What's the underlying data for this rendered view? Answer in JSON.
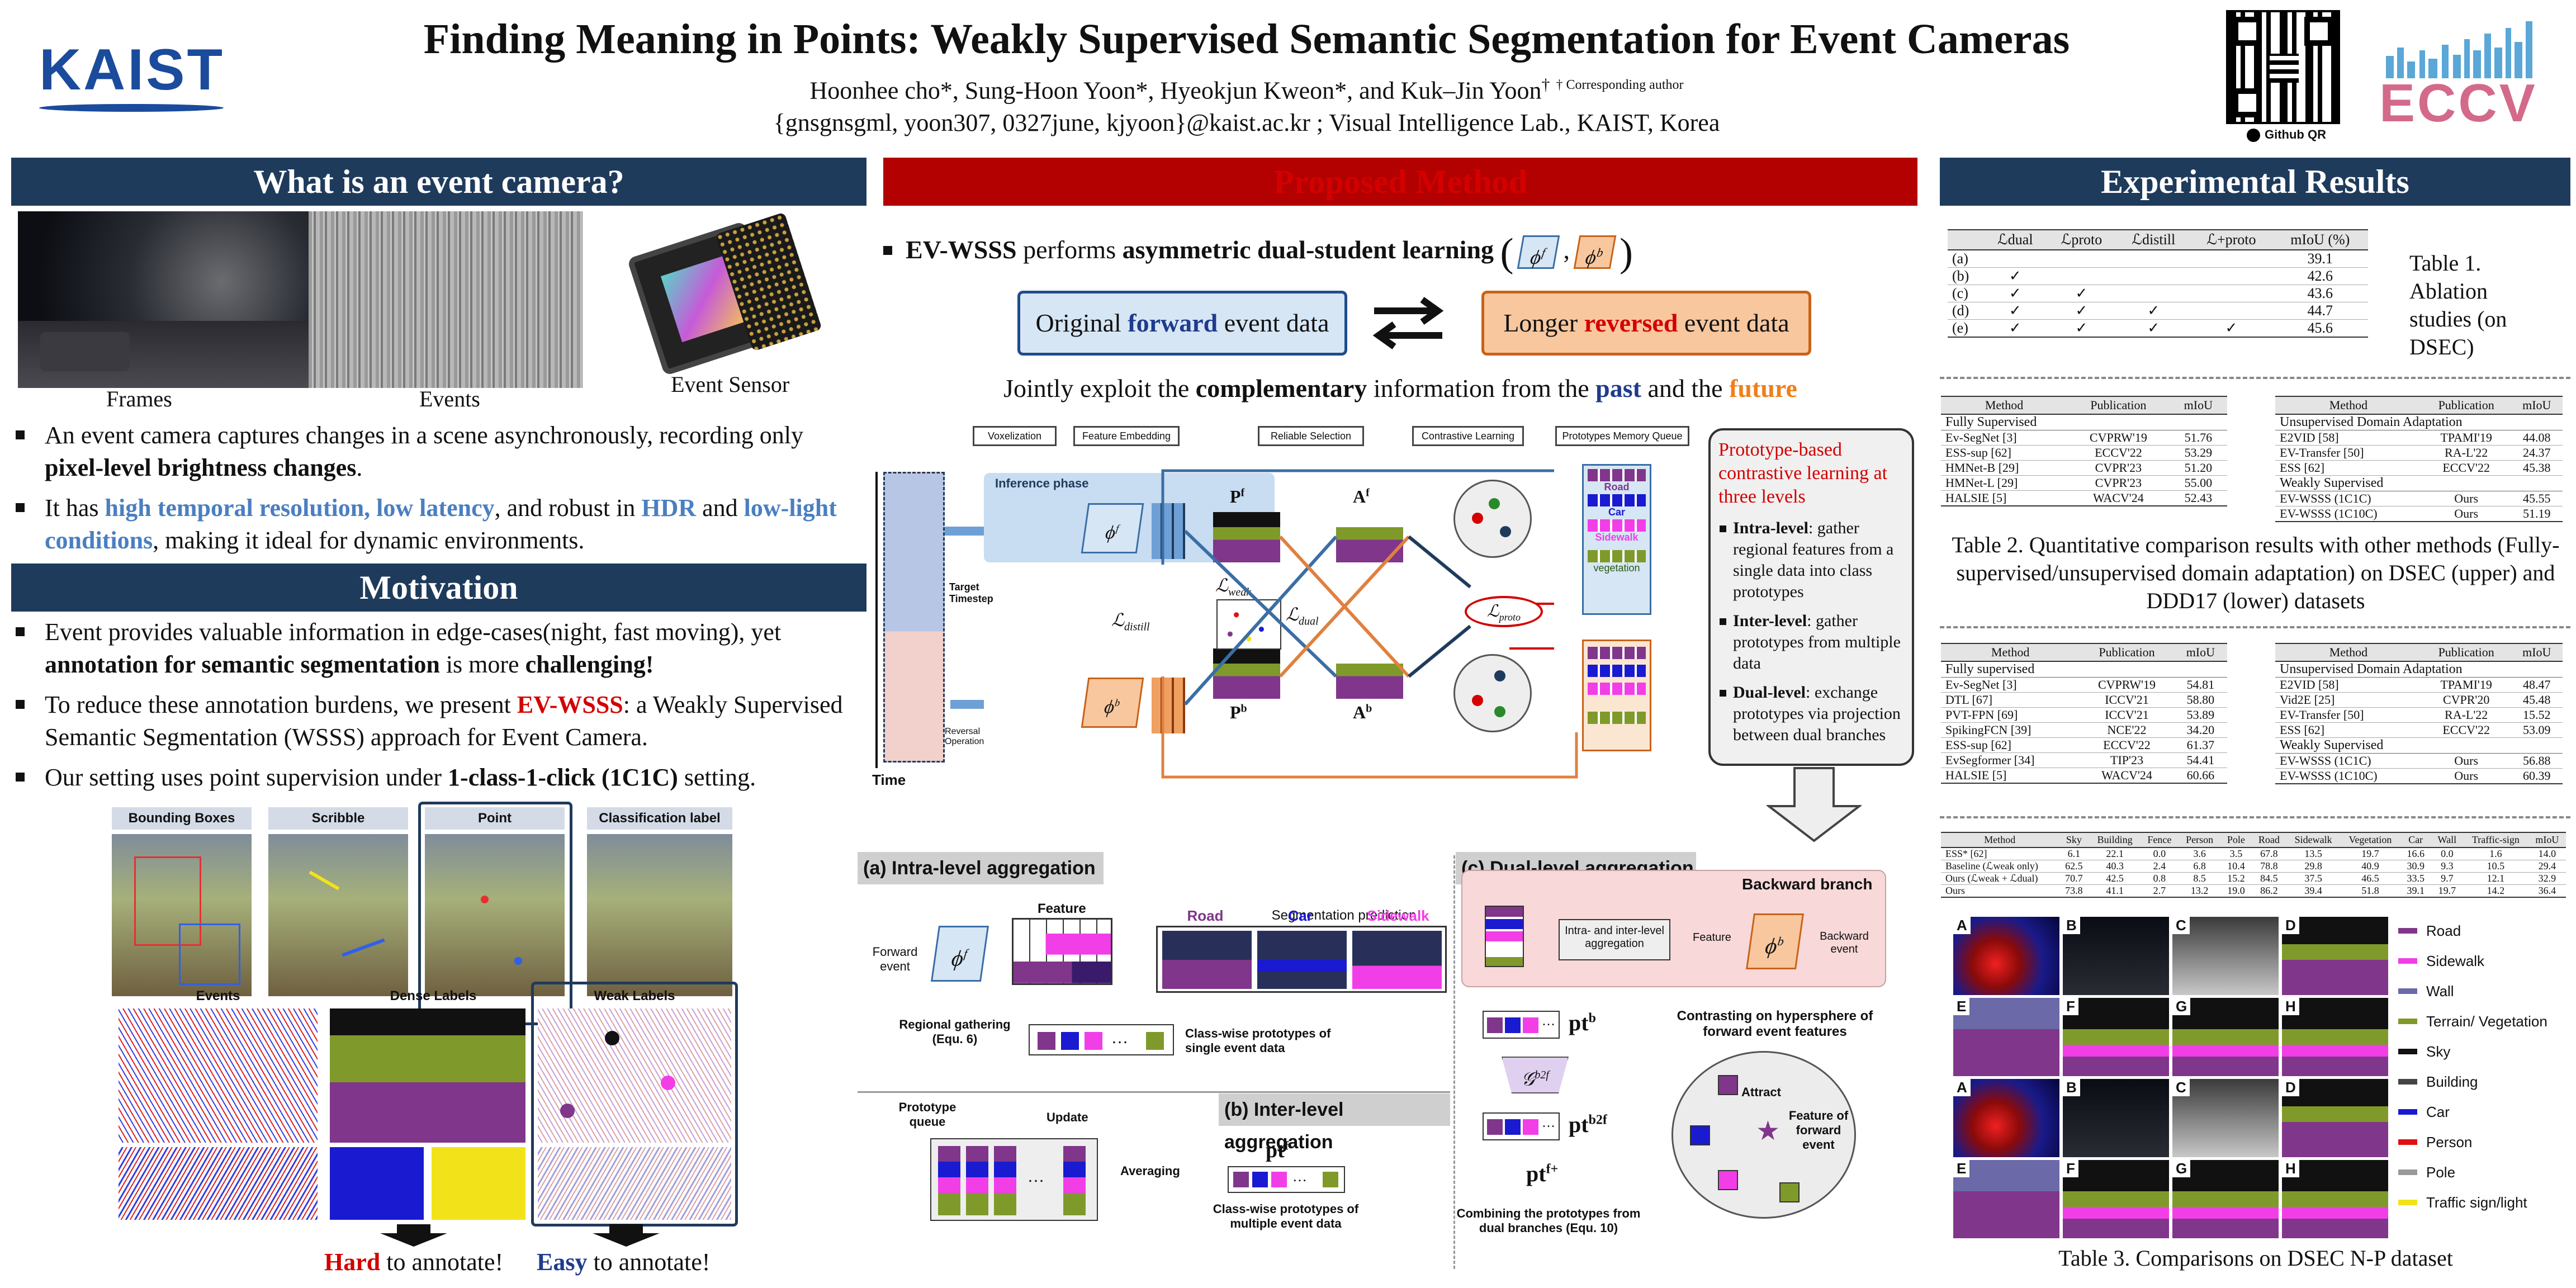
{
  "header": {
    "logo_left": "KAIST",
    "title": "Finding Meaning in Points: Weakly Supervised Semantic Segmentation for Event Cameras",
    "authors": "Hoonhee cho*, Sung-Hoon Yoon*, Hyeokjun Kweon*, and Kuk–Jin Yoon",
    "dagger": "†",
    "corresponding": "† Corresponding author",
    "affiliation": "{gnsgnsgml, yoon307, 0327june, kjyoon}@kaist.ac.kr ; Visual Intelligence Lab., KAIST, Korea",
    "qr_caption": "Github QR",
    "logo_right": "ECCV"
  },
  "left": {
    "section1_title": "What is an event camera?",
    "label_frames": "Frames",
    "label_events": "Events",
    "label_sensor": "Event Sensor",
    "b1_a": "An event camera captures changes in a scene asynchronously, recording only ",
    "b1_b": "pixel-level brightness changes",
    "b1_c": ".",
    "b2_a": "It has ",
    "b2_b": "high temporal resolution, low latency",
    "b2_c": ", and robust in ",
    "b2_d": "HDR",
    "b2_e": " and ",
    "b2_f": "low-light conditions",
    "b2_g": ", making it ideal for dynamic environments.",
    "section2_title": "Motivation",
    "m1_a": "Event provides valuable information in edge-cases(night, fast moving), yet ",
    "m1_b": "annotation for semantic segmentation",
    "m1_c": " is more ",
    "m1_d": "challenging!",
    "m2_a": "To reduce these annotation burdens, we present ",
    "m2_b": "EV-WSSS",
    "m2_c": ": a Weakly Supervised Semantic Segmentation (WSSS) approach for Event Camera.",
    "m3_a": "Our setting uses point supervision under ",
    "m3_b": "1-class-1-click (1C1C)",
    "m3_c": " setting.",
    "sup_labels": [
      "Bounding Boxes",
      "Scribble",
      "Point",
      "Classification label"
    ],
    "row_labels": [
      "Events",
      "Dense Labels",
      "Weak Labels"
    ],
    "hard_a": "Hard",
    "hard_b": " to annotate!",
    "easy_a": "Easy",
    "easy_b": " to annotate!"
  },
  "middle": {
    "section_title": "Proposed Method",
    "intro_a": "EV-WSSS",
    "intro_b": " performs ",
    "intro_c": "asymmetric dual-student learning",
    "phi_f": "ϕ",
    "phi_f_sup": "f",
    "phi_b": "ϕ",
    "phi_b_sup": "b",
    "forward_a": "Original ",
    "forward_b": "forward",
    "forward_c": " event data",
    "reversed_a": "Longer ",
    "reversed_b": "reversed",
    "reversed_c": " event data",
    "jointly_a": "Jointly exploit the ",
    "jointly_b": "complementary",
    "jointly_c": " information from the ",
    "jointly_d": "past",
    "jointly_e": " and the ",
    "jointly_f": "future",
    "stage_labels": [
      "Voxelization",
      "Feature Embedding",
      "Reliable Selection",
      "Contrastive Learning",
      "Prototypes Memory Queue"
    ],
    "inference_phase": "Inference phase",
    "target_timestep": "Target Timestep",
    "reversal_op": "Reversal Operation",
    "time_label": "Time",
    "P_f": "P",
    "A_f": "A",
    "P_b": "P",
    "A_b": "A",
    "L_weak": "ℒ",
    "L_weak_sub": "weak",
    "L_dual": "ℒ",
    "L_dual_sub": "dual",
    "L_distill": "ℒ",
    "L_distill_sub": "distill",
    "L_proto": "ℒ",
    "L_proto_sub": "proto",
    "queue_classes": [
      "Road",
      "Car",
      "Sidewalk",
      "vegetation"
    ],
    "proto_box_title": "Prototype-based contrastive learning at three levels",
    "proto_items": [
      {
        "head": "Intra-level",
        "text": ": gather regional features from a single data into class prototypes"
      },
      {
        "head": "Inter-level",
        "text": ": gather prototypes from multiple data"
      },
      {
        "head": "Dual-level",
        "text": ": exchange prototypes via projection between dual branches"
      }
    ],
    "panel_a_title": "(a) Intra-level aggregation",
    "panel_b_title": "(b) Inter-level aggregation",
    "panel_c_title": "(c) Dual-level aggregation",
    "forward_event": "Forward event",
    "feature": "Feature",
    "seg_pred": "Segmentation prediction",
    "seg_classes": [
      "Road",
      "Car",
      "Sidewalk"
    ],
    "regional_gathering": "Regional gathering (Equ. 6)",
    "classwise_single": "Class-wise prototypes of single event data",
    "prototype_queue": "Prototype queue",
    "update": "Update",
    "averaging": "Averaging",
    "classwise_multiple": "Class-wise prototypes of multiple event data",
    "pt_f": "pt",
    "backward_branch": "Backward branch",
    "backward_event": "Backward event",
    "intra_inter": "Intra- and inter-level aggregation",
    "feature2": "Feature",
    "pt_b": "pt",
    "G_b2f": "𝒢",
    "pt_b2f": "pt",
    "pt_fplus": "pt",
    "contrasting": "Contrasting on hypersphere of forward event features",
    "attract": "Attract",
    "feature_fwd": "Feature of forward event",
    "combining": "Combining the prototypes from dual branches (Equ. 10)"
  },
  "right": {
    "section_title": "Experimental Results",
    "t1_headers": [
      "ℒdual",
      "ℒproto",
      "ℒdistill",
      "ℒ+proto",
      "mIoU (%)"
    ],
    "t1_rows": [
      {
        "id": "(a)",
        "c": [
          "",
          "",
          "",
          ""
        ],
        "v": "39.1"
      },
      {
        "id": "(b)",
        "c": [
          "✓",
          "",
          "",
          ""
        ],
        "v": "42.6"
      },
      {
        "id": "(c)",
        "c": [
          "✓",
          "✓",
          "",
          ""
        ],
        "v": "43.6"
      },
      {
        "id": "(d)",
        "c": [
          "✓",
          "✓",
          "✓",
          ""
        ],
        "v": "44.7"
      },
      {
        "id": "(e)",
        "c": [
          "✓",
          "✓",
          "✓",
          "✓"
        ],
        "v": "45.6"
      }
    ],
    "t1_caption": "Table 1. Ablation studies (on DSEC)",
    "t2_headers": [
      "Method",
      "Publication",
      "mIoU"
    ],
    "t2a_group1": "Fully Supervised",
    "t2a_rows": [
      [
        "Ev-SegNet [3]",
        "CVPRW'19",
        "51.76"
      ],
      [
        "ESS-sup [62]",
        "ECCV'22",
        "53.29"
      ],
      [
        "HMNet-B [29]",
        "CVPR'23",
        "51.20"
      ],
      [
        "HMNet-L [29]",
        "CVPR'23",
        "55.00"
      ],
      [
        "HALSIE [5]",
        "WACV'24",
        "52.43"
      ]
    ],
    "t2b_group1": "Unsupervised Domain Adaptation",
    "t2b_rows1": [
      [
        "E2VID [58]",
        "TPAMI'19",
        "44.08"
      ],
      [
        "EV-Transfer [50]",
        "RA-L'22",
        "24.37"
      ],
      [
        "ESS [62]",
        "ECCV'22",
        "45.38"
      ]
    ],
    "t2b_group2": "Weakly Supervised",
    "t2b_rows2": [
      [
        "EV-WSSS (1C1C)",
        "Ours",
        "45.55"
      ],
      [
        "EV-WSSS (1C10C)",
        "Ours",
        "51.19"
      ]
    ],
    "t2_caption": "Table 2. Quantitative comparison results with other methods (Fully-supervised/unsupervised domain adaptation) on DSEC (upper) and DDD17 (lower) datasets",
    "t3a_group1": "Fully supervised",
    "t3a_rows": [
      [
        "Ev-SegNet [3]",
        "CVPRW'19",
        "54.81"
      ],
      [
        "DTL [67]",
        "ICCV'21",
        "58.80"
      ],
      [
        "PVT-FPN [69]",
        "ICCV'21",
        "53.89"
      ],
      [
        "SpikingFCN [39]",
        "NCE'22",
        "34.20"
      ],
      [
        "ESS-sup [62]",
        "ECCV'22",
        "61.37"
      ],
      [
        "EvSegformer [34]",
        "TIP'23",
        "54.41"
      ],
      [
        "HALSIE [5]",
        "WACV'24",
        "60.66"
      ]
    ],
    "t3b_group1": "Unsupervised Domain Adaptation",
    "t3b_rows1": [
      [
        "E2VID [58]",
        "TPAMI'19",
        "48.47"
      ],
      [
        "Vid2E [25]",
        "CVPR'20",
        "45.48"
      ],
      [
        "EV-Transfer [50]",
        "RA-L'22",
        "15.52"
      ],
      [
        "ESS [62]",
        "ECCV'22",
        "53.09"
      ]
    ],
    "t3b_group2": "Weakly Supervised",
    "t3b_rows2": [
      [
        "EV-WSSS (1C1C)",
        "Ours",
        "56.88"
      ],
      [
        "EV-WSSS (1C10C)",
        "Ours",
        "60.39"
      ]
    ],
    "t4_headers": [
      "Method",
      "Sky",
      "Building",
      "Fence",
      "Person",
      "Pole",
      "Road",
      "Sidewalk",
      "Vegetation",
      "Car",
      "Wall",
      "Traffic-sign",
      "mIoU"
    ],
    "t4_rows": [
      [
        "ESS* [62]",
        "6.1",
        "22.1",
        "0.0",
        "3.6",
        "3.5",
        "67.8",
        "13.5",
        "19.7",
        "16.6",
        "0.0",
        "1.6",
        "14.0"
      ],
      [
        "Baseline (ℒweak only)",
        "62.5",
        "40.3",
        "2.4",
        "6.8",
        "10.4",
        "78.8",
        "29.8",
        "40.9",
        "30.9",
        "9.3",
        "10.5",
        "29.4"
      ],
      [
        "Ours (ℒweak + ℒdual)",
        "70.7",
        "42.5",
        "0.8",
        "8.5",
        "15.2",
        "84.5",
        "37.5",
        "46.5",
        "33.5",
        "9.7",
        "12.1",
        "32.9"
      ],
      [
        "Ours",
        "73.8",
        "41.1",
        "2.7",
        "13.2",
        "19.0",
        "86.2",
        "39.4",
        "51.8",
        "39.1",
        "19.7",
        "14.2",
        "36.4"
      ]
    ],
    "grid_letters": [
      "A",
      "B",
      "C",
      "D",
      "E",
      "F",
      "G",
      "H"
    ],
    "legend": [
      {
        "label": "Road",
        "color": "#80368a"
      },
      {
        "label": "Sidewalk",
        "color": "#f23ee6"
      },
      {
        "label": "Wall",
        "color": "#6b69a8"
      },
      {
        "label": "Terrain/ Vegetation",
        "color": "#7f9a2a"
      },
      {
        "label": "Sky",
        "color": "#111111"
      },
      {
        "label": "Building",
        "color": "#444444"
      },
      {
        "label": "Car",
        "color": "#1a1ad0"
      },
      {
        "label": "Person",
        "color": "#e01010"
      },
      {
        "label": "Pole",
        "color": "#999999"
      },
      {
        "label": "Traffic sign/light",
        "color": "#f2e21a"
      }
    ],
    "t5_caption": "Table 3. Comparisons on DSEC N-P dataset"
  }
}
